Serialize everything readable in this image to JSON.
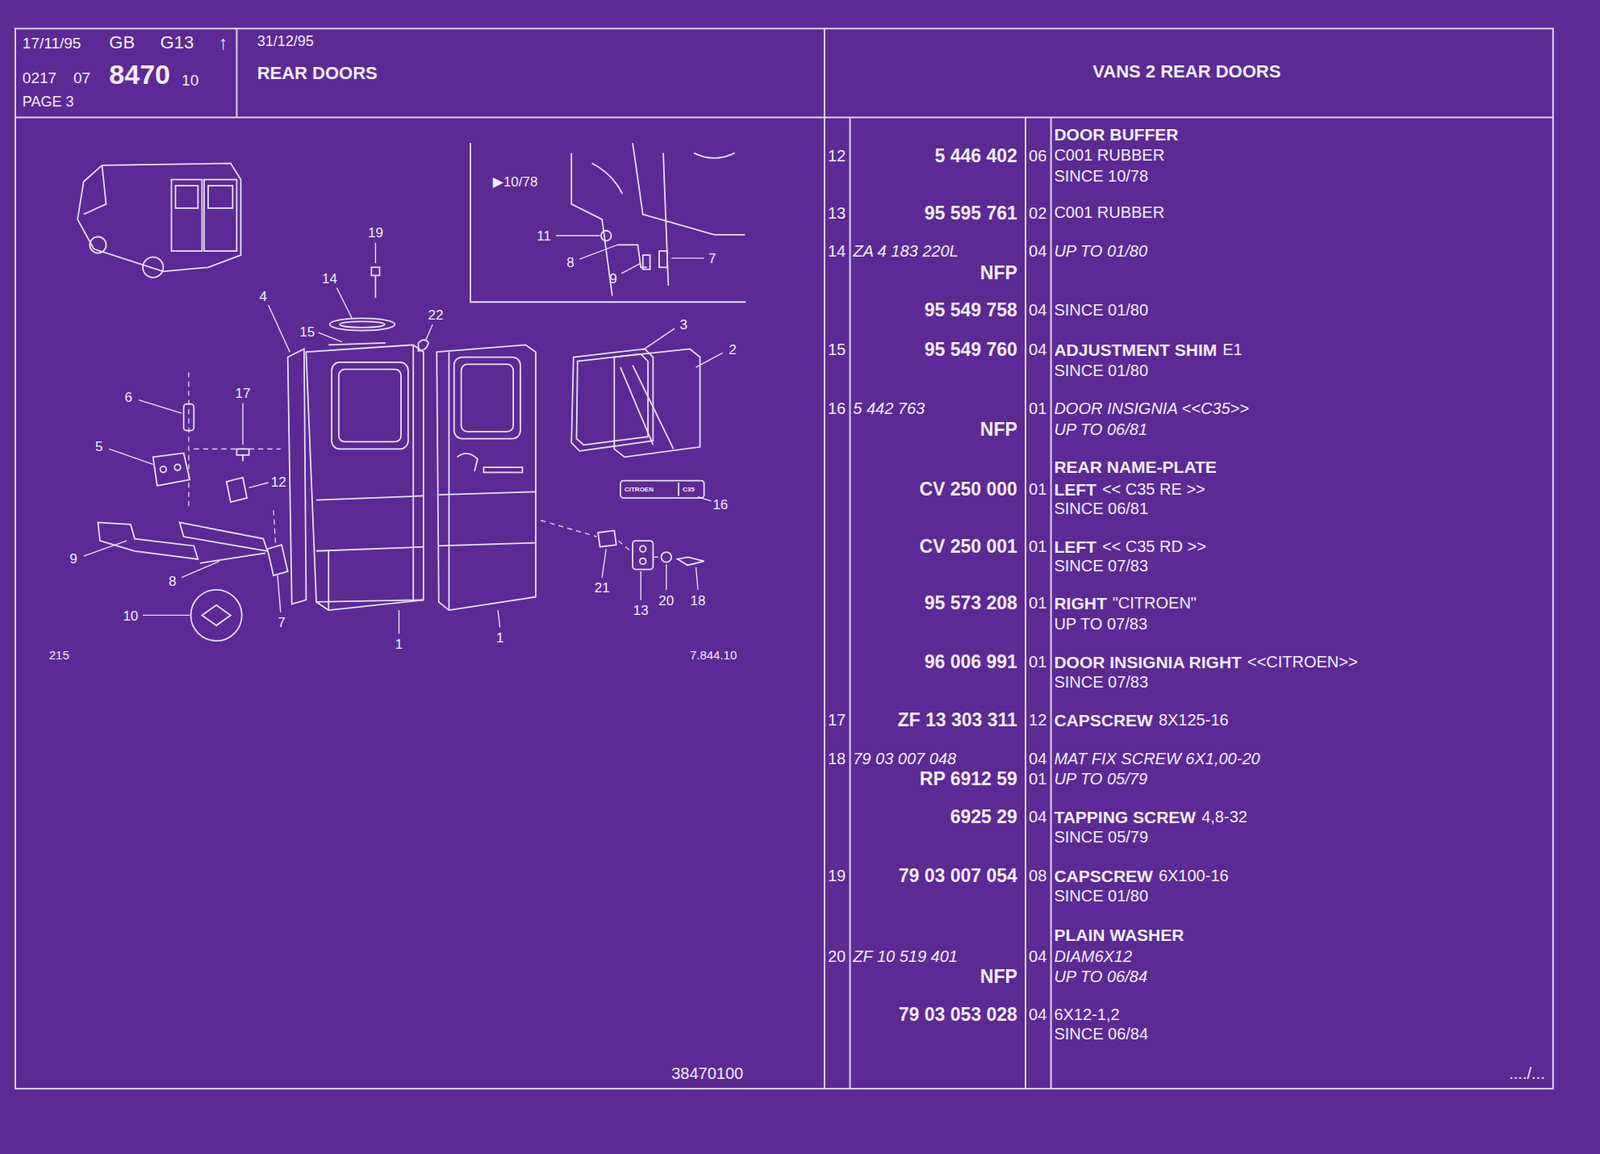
{
  "diagram": {
    "nodes": [
      {
        "text": [
          "17/11/95",
          "GB",
          "G13",
          "↑",
          "0217",
          "07",
          "8470",
          "10",
          "PAGE 3"
        ]
      },
      {
        "text": [
          "31/12/95",
          "REAR DOORS"
        ]
      },
      {
        "text": [
          "VANS 2 REAR DOORS"
        ]
      }
    ],
    "labels": [
      "▶10/78",
      "11",
      "8",
      "9",
      "7",
      "19",
      "14",
      "4",
      "22",
      "15",
      "3",
      "2",
      "17",
      "6",
      "5",
      "12",
      "16",
      "CITROEN",
      "C35",
      "9",
      "8",
      "21",
      "20",
      "18",
      "13",
      "10",
      "7",
      "1",
      "1",
      "215",
      "7.844.10",
      "38470100",
      "12",
      "13",
      "14",
      "15",
      "16",
      "17",
      "18",
      "19",
      "20",
      "5 446 402",
      "95 595 761",
      "ZA 4 183 220L",
      "NFP",
      "95 549 758",
      "95 549 760",
      "5 442 763",
      "NFP",
      "CV 250 000",
      "CV 250 001",
      "95 573 208",
      "96 006 991",
      "ZF 13 303 311",
      "79 03 007 048",
      "RP 6912 59",
      "6925 29",
      "79 03 007 054",
      "ZF 10 519 401",
      "NFP",
      "79 03 053 028",
      "06",
      "02",
      "04",
      "04",
      "04",
      "01",
      "01",
      "01",
      "01",
      "01",
      "12",
      "04",
      "01",
      "04",
      "08",
      "04",
      "04",
      "DOOR BUFFER",
      "C001 RUBBER",
      "SINCE 10/78",
      "C001 RUBBER",
      "UP TO 01/80",
      "SINCE 01/80",
      "ADJUSTMENT SHIM",
      "E1",
      "SINCE 01/80",
      "DOOR INSIGNIA <<C35>>",
      "UP TO 06/81",
      "REAR NAME-PLATE",
      "LEFT",
      "<< C35 RE >>",
      "SINCE 06/81",
      "LEFT",
      "<< C35 RD >>",
      "SINCE 07/83",
      "RIGHT",
      "\"CITROEN\"",
      "UP TO 07/83",
      "DOOR INSIGNIA RIGHT",
      "<<CITROEN>>",
      "SINCE 07/83",
      "CAPSCREW",
      "8X125-16",
      "MAT FIX SCREW 6X1,00-20",
      "UP TO 05/79",
      "TAPPING SCREW",
      "4,8-32",
      "SINCE 05/79",
      "CAPSCREW",
      "6X100-16",
      "SINCE 01/80",
      "PLAIN WASHER",
      "DIAM6X12",
      "UP TO 06/84",
      "6X12-1,2",
      "SINCE 06/84",
      "..../..."
    ]
  }
}
